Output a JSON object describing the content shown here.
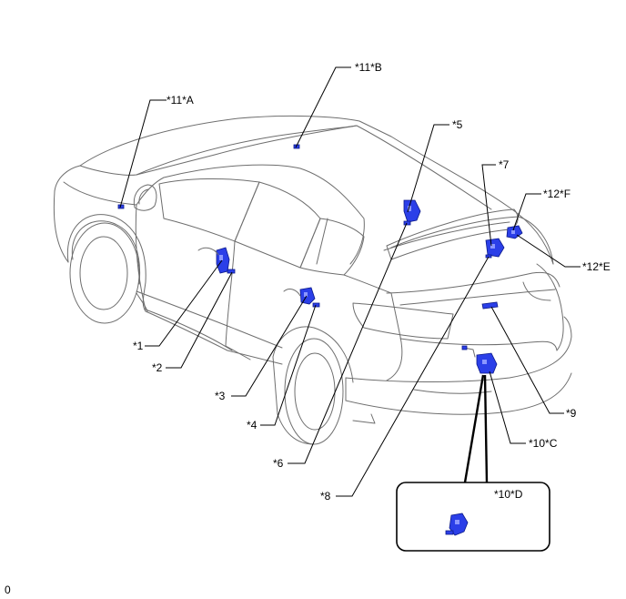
{
  "diagram_code": "0",
  "callouts": {
    "c1": "*1",
    "c2": "*2",
    "c3": "*3",
    "c4": "*4",
    "c5": "*5",
    "c6": "*6",
    "c7": "*7",
    "c8": "*8",
    "c9": "*9",
    "c10c": "*10*C",
    "c10d": "*10*D",
    "c11a": "*11*A",
    "c11b": "*11*B",
    "c12e": "*12*E",
    "c12f": "*12*F"
  },
  "colors": {
    "part": "#2b3fe8",
    "outline": "#6e6e6e",
    "leader": "#000000"
  }
}
